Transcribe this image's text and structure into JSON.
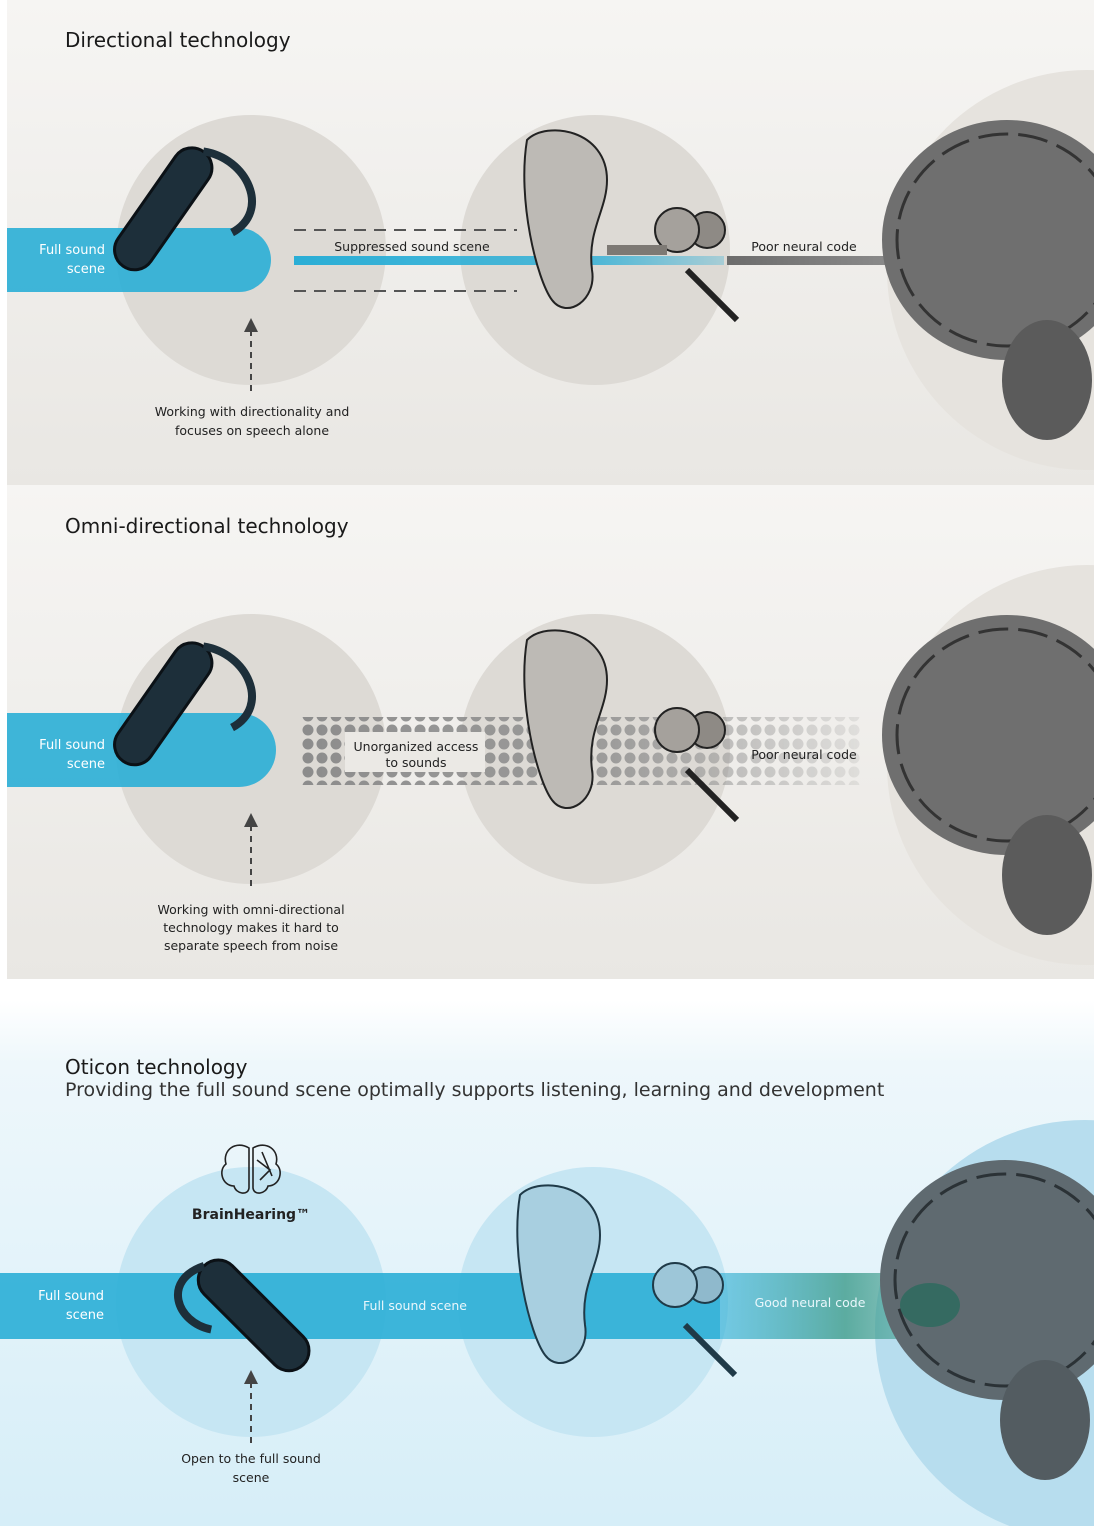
{
  "sections": [
    {
      "title": "Directional technology",
      "input_label": "Full sound scene",
      "stream_label": "Suppressed sound scene",
      "neural_label": "Poor neural code",
      "note": "Working with directionality and focuses on speech alone"
    },
    {
      "title": "Omni-directional technology",
      "input_label": "Full sound scene",
      "stream_label": "Unorganized access to sounds",
      "neural_label": "Poor neural code",
      "note": "Working with omni-directional technology makes it hard to separate speech from noise"
    },
    {
      "title": "Oticon technology",
      "subtitle": "Providing the full sound scene optimally supports listening, learning and development",
      "brand": "BrainHearing™",
      "input_label": "Full sound scene",
      "stream_label": "Full sound scene",
      "neural_label": "Good neural code",
      "note": "Open to the full sound scene"
    }
  ],
  "colors": {
    "cyan": "#2aaed6",
    "teal": "#3a9a8a",
    "grey_stream": "#9a9a9a",
    "circle_grey": "#dddad5",
    "circle_blue": "#c6e6f3"
  }
}
